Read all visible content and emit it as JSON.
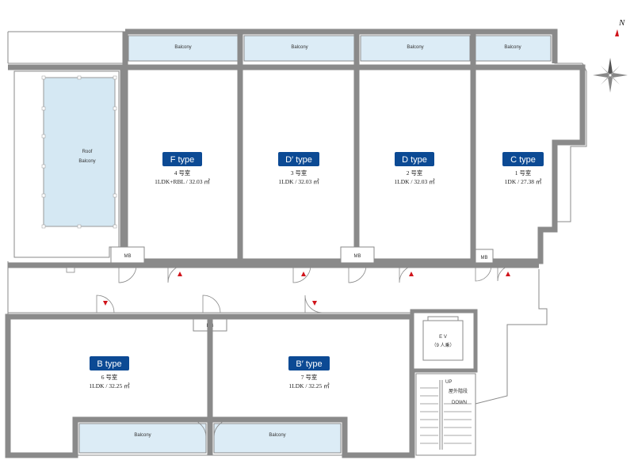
{
  "balcony_label": "Balcony",
  "roof_balcony": {
    "line1": "Roof",
    "line2": "Balcony"
  },
  "mb_label": "MB",
  "rooms": [
    {
      "type": "F type",
      "number": "4 号室",
      "layout": "1LDK+RBL / 32.03 ㎡"
    },
    {
      "type": "D′ type",
      "number": "3 号室",
      "layout": "1LDK / 32.03 ㎡"
    },
    {
      "type": "D type",
      "number": "2 号室",
      "layout": "1LDK / 32.03 ㎡"
    },
    {
      "type": "C type",
      "number": "1 号室",
      "layout": "1DK / 27.38 ㎡"
    },
    {
      "type": "B type",
      "number": "6 号室",
      "layout": "1LDK / 32.25 ㎡"
    },
    {
      "type": "B′ type",
      "number": "7 号室",
      "layout": "1LDK / 32.25 ㎡"
    }
  ],
  "elevator": {
    "line1": "E V",
    "line2": "（9 人乗）"
  },
  "stairs": {
    "up": "UP",
    "name": "屋外階段",
    "down": "DOWN"
  },
  "compass": "N",
  "colors": {
    "badge": "#0c4a94",
    "balcony": "#dcecf6",
    "arrow": "#d0141b"
  }
}
